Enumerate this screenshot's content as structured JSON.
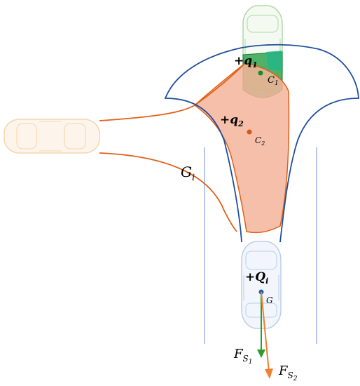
{
  "labels": {
    "q1": {
      "sign": "+",
      "base": "q",
      "sub": "1"
    },
    "q2": {
      "sign": "+",
      "base": "q",
      "sub": "2"
    },
    "Qi": {
      "sign": "+",
      "base": "Q",
      "sub": "i"
    },
    "C1": {
      "base": "C",
      "sub": "1"
    },
    "C2": {
      "base": "C",
      "sub": "2"
    },
    "G": {
      "base": "G"
    },
    "Gi": {
      "base": "G",
      "sub": "i"
    },
    "FS1": {
      "base": "F",
      "sub": "S",
      "subsub": "1"
    },
    "FS2": {
      "base": "F",
      "sub": "S",
      "subsub": "2"
    }
  },
  "colors": {
    "blue_region": "#1f4e9c",
    "orange_region_stroke": "#e0601a",
    "orange_fill": "#f4b49a",
    "green_fill": "#1a9a3a",
    "lane_line": "#9db7dd",
    "force1": "#2aa02a",
    "force2": "#f08030",
    "point_green": "#1a8a2a",
    "point_orange": "#d9541a",
    "point_blue": "#1f5fbf"
  },
  "icons": {
    "top_car": "car-top-view-icon",
    "left_car": "car-top-view-icon",
    "bottom_car": "car-top-view-icon"
  }
}
